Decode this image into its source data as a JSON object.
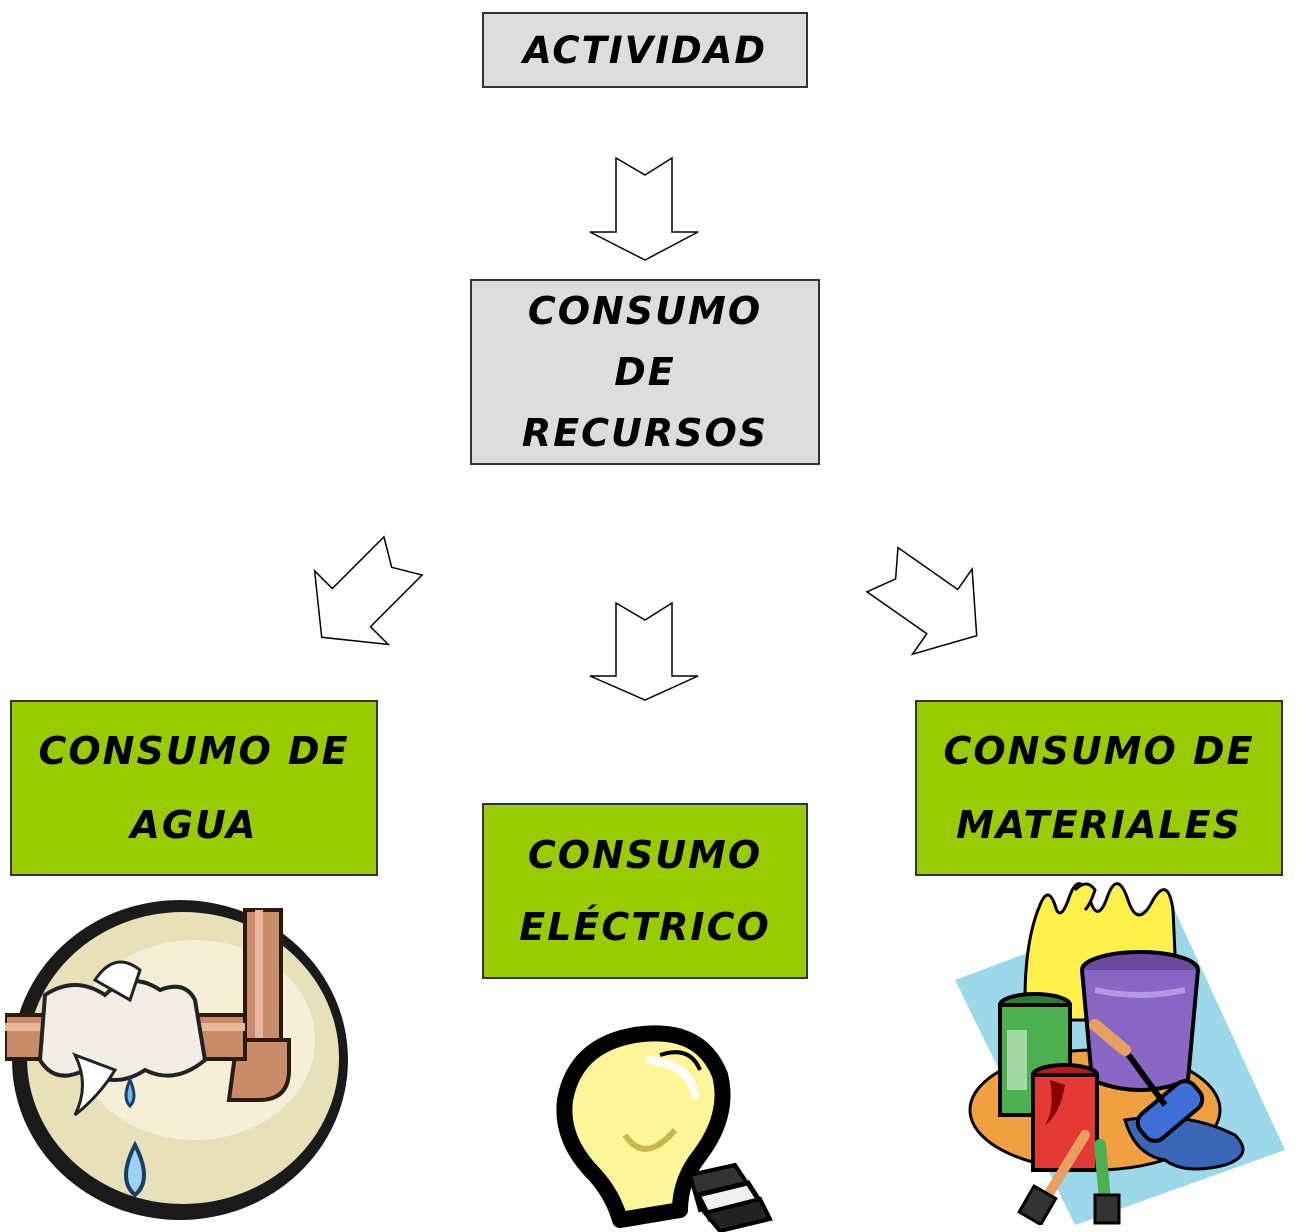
{
  "nodes": {
    "actividad": "ACTIVIDAD",
    "recursos": "CONSUMO\nDE\nRECURSOS",
    "agua": "CONSUMO DE\nAGUA",
    "electrico": "CONSUMO\nELÉCTRICO",
    "materiales": "CONSUMO DE\nMATERIALES"
  },
  "colors": {
    "top_box_fill": "#dddddd",
    "leaf_box_fill": "#99cc00",
    "arrow_fill": "#ffffff",
    "arrow_stroke": "#000000"
  },
  "icons": {
    "water": "leaking-pipe-icon",
    "electric": "light-bulb-icon",
    "materials": "paint-cans-icon"
  }
}
